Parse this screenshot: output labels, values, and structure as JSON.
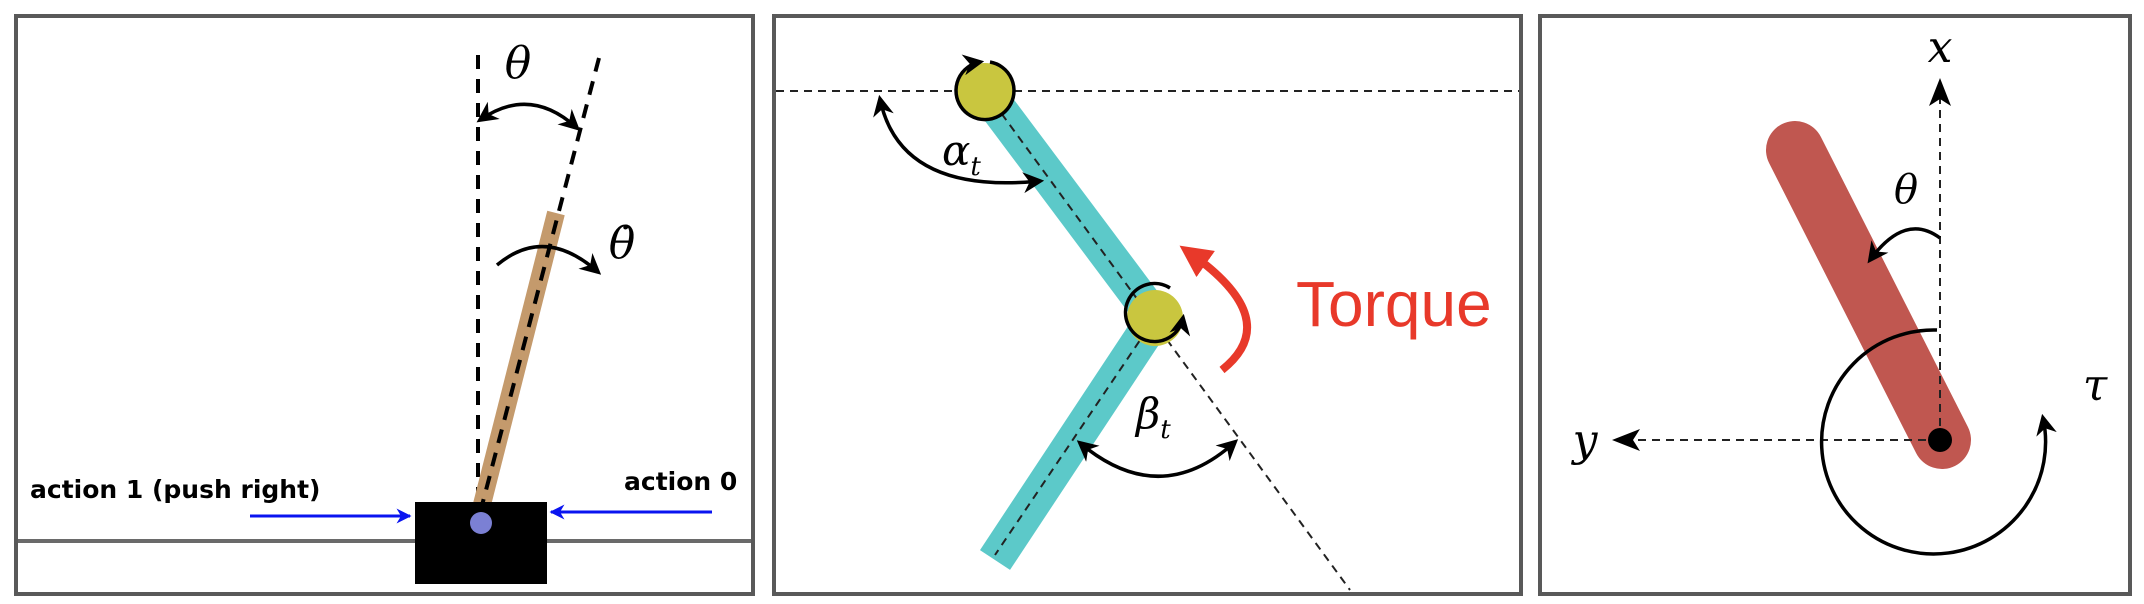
{
  "panels": {
    "cartpole": {
      "theta_label": "θ",
      "theta_dot_label": "θ̇",
      "action_left_label": "action 1 (push right)",
      "action_right_label": "action 0",
      "colors": {
        "pole": "#c49a6c",
        "cart": "#000000",
        "axle": "#7b80d4",
        "arrow": "#0a14f0"
      }
    },
    "acrobot": {
      "alpha_symbol": "α",
      "alpha_sub": "t",
      "beta_symbol": "β",
      "beta_sub": "t",
      "torque_label": "Torque",
      "colors": {
        "link": "#5cc9c9",
        "joint": "#c9c63f",
        "torque": "#e8392a"
      }
    },
    "pendulum": {
      "x_label": "x",
      "y_label": "y",
      "theta_label": "θ",
      "tau_label": "τ",
      "colors": {
        "pendulum": "#c05750",
        "pivot": "#000000"
      }
    }
  }
}
